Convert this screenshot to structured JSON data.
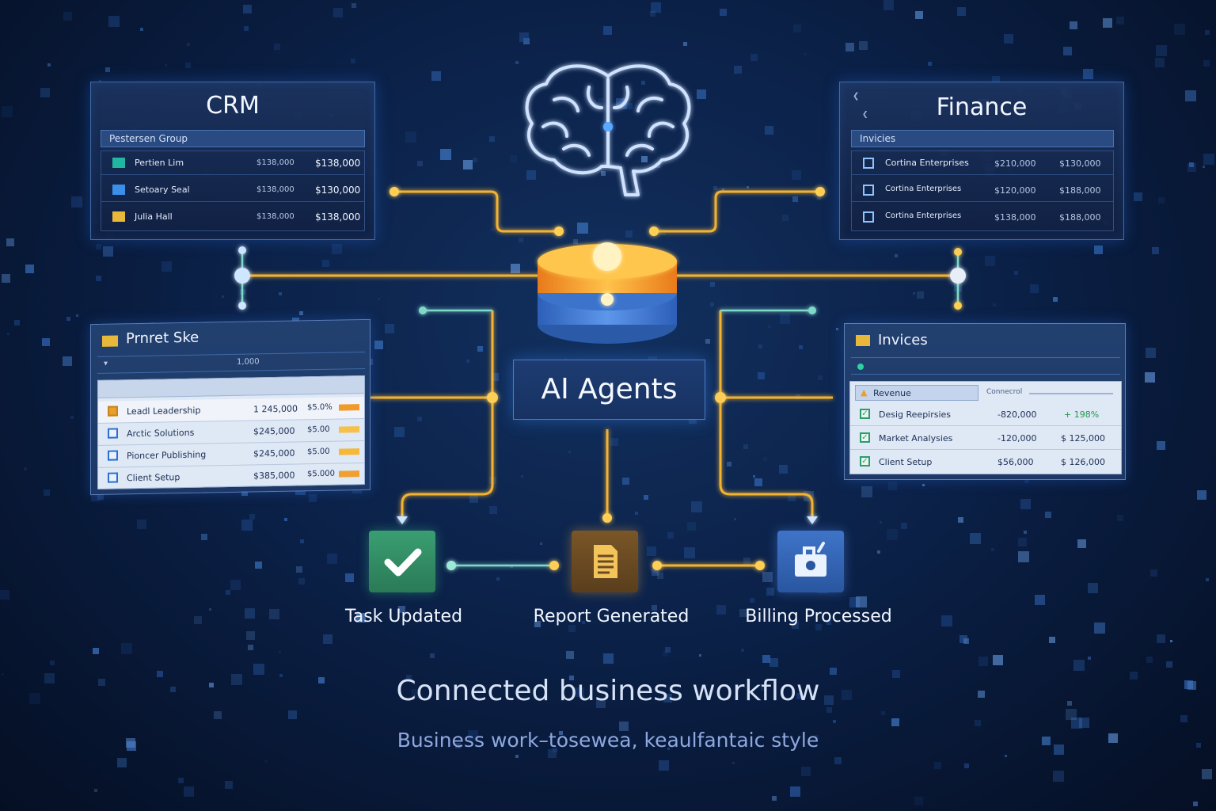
{
  "crm": {
    "title": "CRM",
    "subheader": "Pestersen Group",
    "rows": [
      {
        "name": "Pertien Lim",
        "value_a": "$138,000",
        "value_b": "$138,000"
      },
      {
        "name": "Setoary Seal",
        "value_a": "$138,000",
        "value_b": "$130,000"
      },
      {
        "name": "Julia Hall",
        "value_a": "$138,000",
        "value_b": "$138,000"
      }
    ]
  },
  "finance": {
    "title": "Finance",
    "subheader": "Invicies",
    "rows": [
      {
        "name": "Cortina Enterprises",
        "value_a": "$210,000",
        "value_b": "$130,000"
      },
      {
        "name": "Cortina Enterprises",
        "value_a": "$120,000",
        "value_b": "$188,000"
      },
      {
        "name": "Cortina Enterprises",
        "value_a": "$138,000",
        "value_b": "$188,000"
      }
    ]
  },
  "project": {
    "title": "Prnret Ske",
    "header_value": "1,000",
    "rows": [
      {
        "name": "Leadl Leadership",
        "value_a": "1 245,000",
        "value_b": "$5.0%"
      },
      {
        "name": "Arctic Solutions",
        "value_a": "$245,000",
        "value_b": "$5.00"
      },
      {
        "name": "Pioncer Publishing",
        "value_a": "$245,000",
        "value_b": "$5.00"
      },
      {
        "name": "Client Setup",
        "value_a": "$385,000",
        "value_b": "$5.000"
      }
    ]
  },
  "invoices": {
    "title": "Invices",
    "revenue_label": "Revenue",
    "column_label": "Connecrol",
    "rows": [
      {
        "name": "Desig Reepirsies",
        "value_a": "-820,000",
        "value_b": "+ 198%"
      },
      {
        "name": "Market Analysies",
        "value_a": "-120,000",
        "value_b": "$  125,000"
      },
      {
        "name": "Client Setup",
        "value_a": "$56,000",
        "value_b": "$  126,000"
      }
    ]
  },
  "center": {
    "label": "AI Agents"
  },
  "outputs": [
    {
      "label": "Task Updated",
      "color": "#2f8a62"
    },
    {
      "label": "Report Generated",
      "color": "#6b4a22"
    },
    {
      "label": "Billing Processed",
      "color": "#2f5fb0"
    }
  ],
  "caption": {
    "main": "Connected business workflow",
    "sub": "Business work–tosewea, keaulfantaic style"
  },
  "colors": {
    "wire": "#f2b233",
    "wire_glow": "#ffd36b",
    "teal": "#7fd8c8",
    "blue_wire": "#5aa8ff",
    "green_check": "#2b9c6c",
    "orange_bar": "#f09a2a"
  }
}
